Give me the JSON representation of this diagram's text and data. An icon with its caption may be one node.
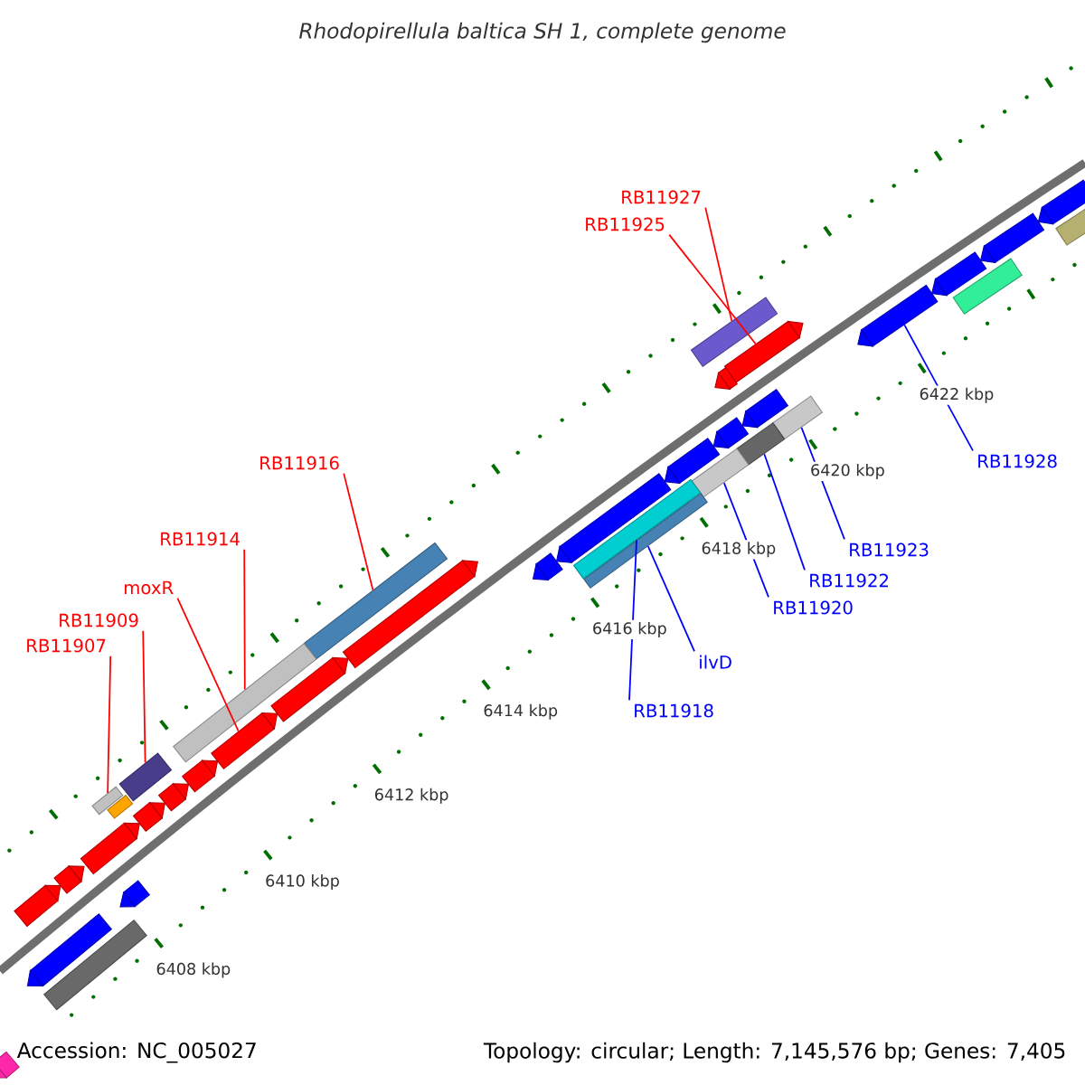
{
  "diagram": {
    "title": "Rhodopirellula baltica SH 1, complete genome",
    "nodes": [
      {
        "text": [
          "RB11927"
        ]
      },
      {
        "text": [
          "RB11925"
        ]
      },
      {
        "text": [
          "RB11916"
        ]
      },
      {
        "text": [
          "RB11914"
        ]
      },
      {
        "text": [
          "moxR"
        ]
      },
      {
        "text": [
          "RB11909"
        ]
      },
      {
        "text": [
          "RB11907"
        ]
      },
      {
        "text": [
          "RB11928"
        ]
      },
      {
        "text": [
          "RB11923"
        ]
      },
      {
        "text": [
          "RB11922"
        ]
      },
      {
        "text": [
          "RB11920"
        ]
      },
      {
        "text": [
          "ilvD"
        ]
      },
      {
        "text": [
          "RB11918"
        ]
      },
      {
        "text": [],
        "shape": "bar"
      },
      {
        "text": [],
        "shape": "bar"
      },
      {
        "text": [],
        "shape": "bar"
      },
      {
        "text": [],
        "shape": "bar"
      },
      {
        "text": [],
        "shape": "bar"
      },
      {
        "text": [],
        "shape": "bar"
      },
      {
        "text": [],
        "shape": "bar"
      },
      {
        "text": [],
        "shape": "bar"
      },
      {
        "text": [],
        "shape": "bar"
      },
      {
        "text": [],
        "shape": "bar"
      },
      {
        "text": [],
        "shape": "bar"
      },
      {
        "text": [],
        "shape": "bar"
      },
      {
        "text": [],
        "shape": "bar"
      },
      {
        "text": [],
        "shape": "bar"
      },
      {
        "text": [],
        "shape": "bar"
      },
      {
        "text": [],
        "shape": "bar"
      },
      {
        "text": [],
        "shape": "bar"
      },
      {
        "text": [],
        "shape": "bar"
      },
      {
        "text": [],
        "shape": "bar"
      },
      {
        "text": [],
        "shape": "bar"
      },
      {
        "text": [],
        "shape": "bar"
      },
      {
        "text": [],
        "shape": "bar"
      },
      {
        "text": [],
        "shape": "bar"
      },
      {
        "text": [],
        "shape": "bar"
      },
      {
        "text": [],
        "shape": "bar"
      },
      {
        "text": [],
        "shape": "bar"
      },
      {
        "text": [],
        "shape": "bar"
      },
      {
        "text": [],
        "shape": "bar"
      },
      {
        "text": [],
        "shape": "bar"
      },
      {
        "text": [],
        "shape": "bar"
      },
      {
        "text": [],
        "shape": "bar"
      },
      {
        "text": [],
        "shape": "bar"
      },
      {
        "text": [],
        "shape": "bar"
      },
      {
        "text": [],
        "shape": "bar"
      },
      {
        "text": [],
        "shape": "bar"
      },
      {
        "text": [],
        "shape": "bar"
      },
      {
        "text": [],
        "shape": "bar"
      }
    ],
    "edges": [
      {
        "from": 0,
        "to": 13,
        "arrow": "none",
        "color": "#ff0000"
      },
      {
        "from": 1,
        "to": 14,
        "arrow": "none",
        "color": "#ff0000"
      },
      {
        "from": 2,
        "to": 15,
        "arrow": "none",
        "color": "#ff0000"
      },
      {
        "from": 3,
        "to": 16,
        "arrow": "none",
        "color": "#ff0000"
      },
      {
        "from": 4,
        "to": 17,
        "arrow": "none",
        "color": "#ff0000"
      },
      {
        "from": 5,
        "to": 18,
        "arrow": "none",
        "color": "#ff0000"
      },
      {
        "from": 6,
        "to": 19,
        "arrow": "none",
        "color": "#ff0000"
      },
      {
        "from": 7,
        "to": 20,
        "arrow": "none",
        "color": "#0000ff"
      },
      {
        "from": 8,
        "to": 21,
        "arrow": "none",
        "color": "#0000ff"
      },
      {
        "from": 9,
        "to": 22,
        "arrow": "none",
        "color": "#0000ff"
      },
      {
        "from": 10,
        "to": 23,
        "arrow": "none",
        "color": "#0000ff"
      },
      {
        "from": 11,
        "to": 24,
        "arrow": "none",
        "color": "#0000ff"
      },
      {
        "from": 12,
        "to": 25,
        "arrow": "none",
        "color": "#0000ff"
      }
    ],
    "labels": [
      "6408 kbp",
      "6410 kbp",
      "6412 kbp",
      "6414 kbp",
      "6416 kbp",
      "6418 kbp",
      "6420 kbp",
      "6422 kbp",
      "Accession: NC_005027",
      "Topology: circular; Length: 7,145,576 bp; Genes: 7,405"
    ]
  }
}
